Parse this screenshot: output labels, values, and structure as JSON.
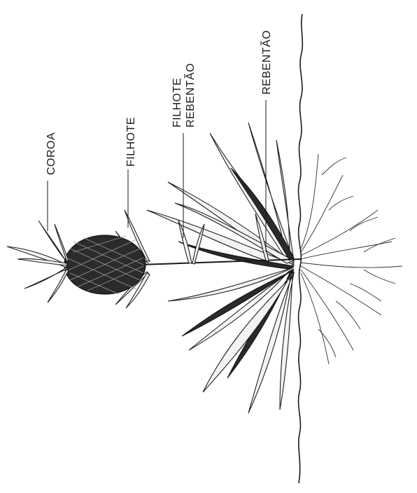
{
  "labels": {
    "coroa": "COROA",
    "filhote": "FILHOTE",
    "filhote_rebentao_line1": "FILHOTE",
    "filhote_rebentao_line2": "REBENTÃO",
    "rebentao": "REBENTÃO"
  },
  "colors": {
    "ink": "#1a1a1a",
    "paper": "#ffffff",
    "leaf_fill": "#f3f3f3",
    "fruit": "#2b2b2b"
  }
}
